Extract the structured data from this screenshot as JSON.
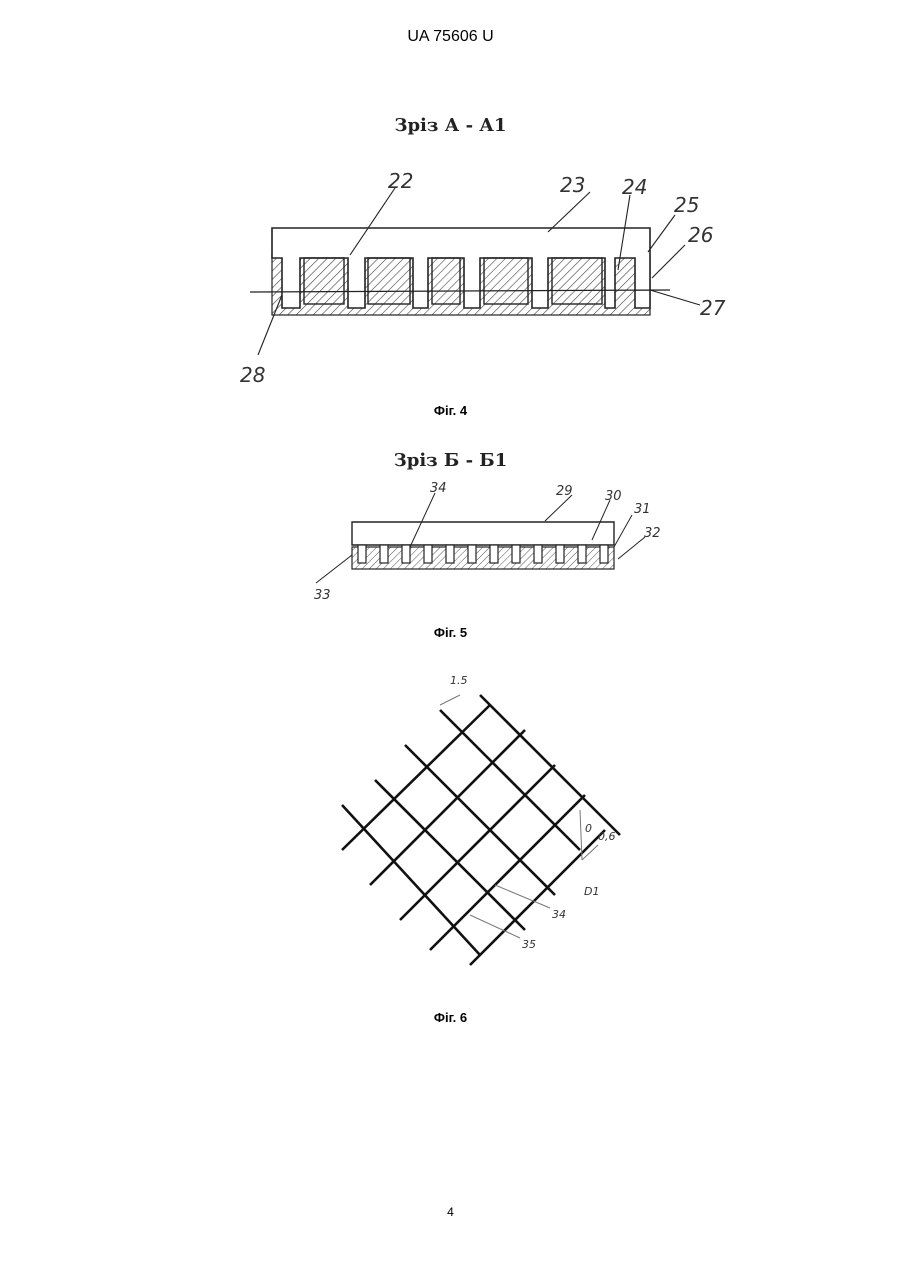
{
  "header": {
    "patent_number": "UA   75606   U"
  },
  "figures": [
    {
      "section_title": "Зріз А - А1",
      "caption": "Фіг. 4",
      "labels": [
        "22",
        "23",
        "24",
        "25",
        "26",
        "27",
        "28"
      ]
    },
    {
      "section_title": "Зріз Б - Б1",
      "caption": "Фіг. 5",
      "labels": [
        "34",
        "29",
        "30",
        "31",
        "32",
        "33"
      ]
    },
    {
      "section_title": "",
      "caption": "Фіг. 6",
      "labels": [
        "1.5",
        "0",
        "0,6",
        "D1",
        "34",
        "35"
      ]
    }
  ],
  "footer": {
    "page_number": "4"
  }
}
